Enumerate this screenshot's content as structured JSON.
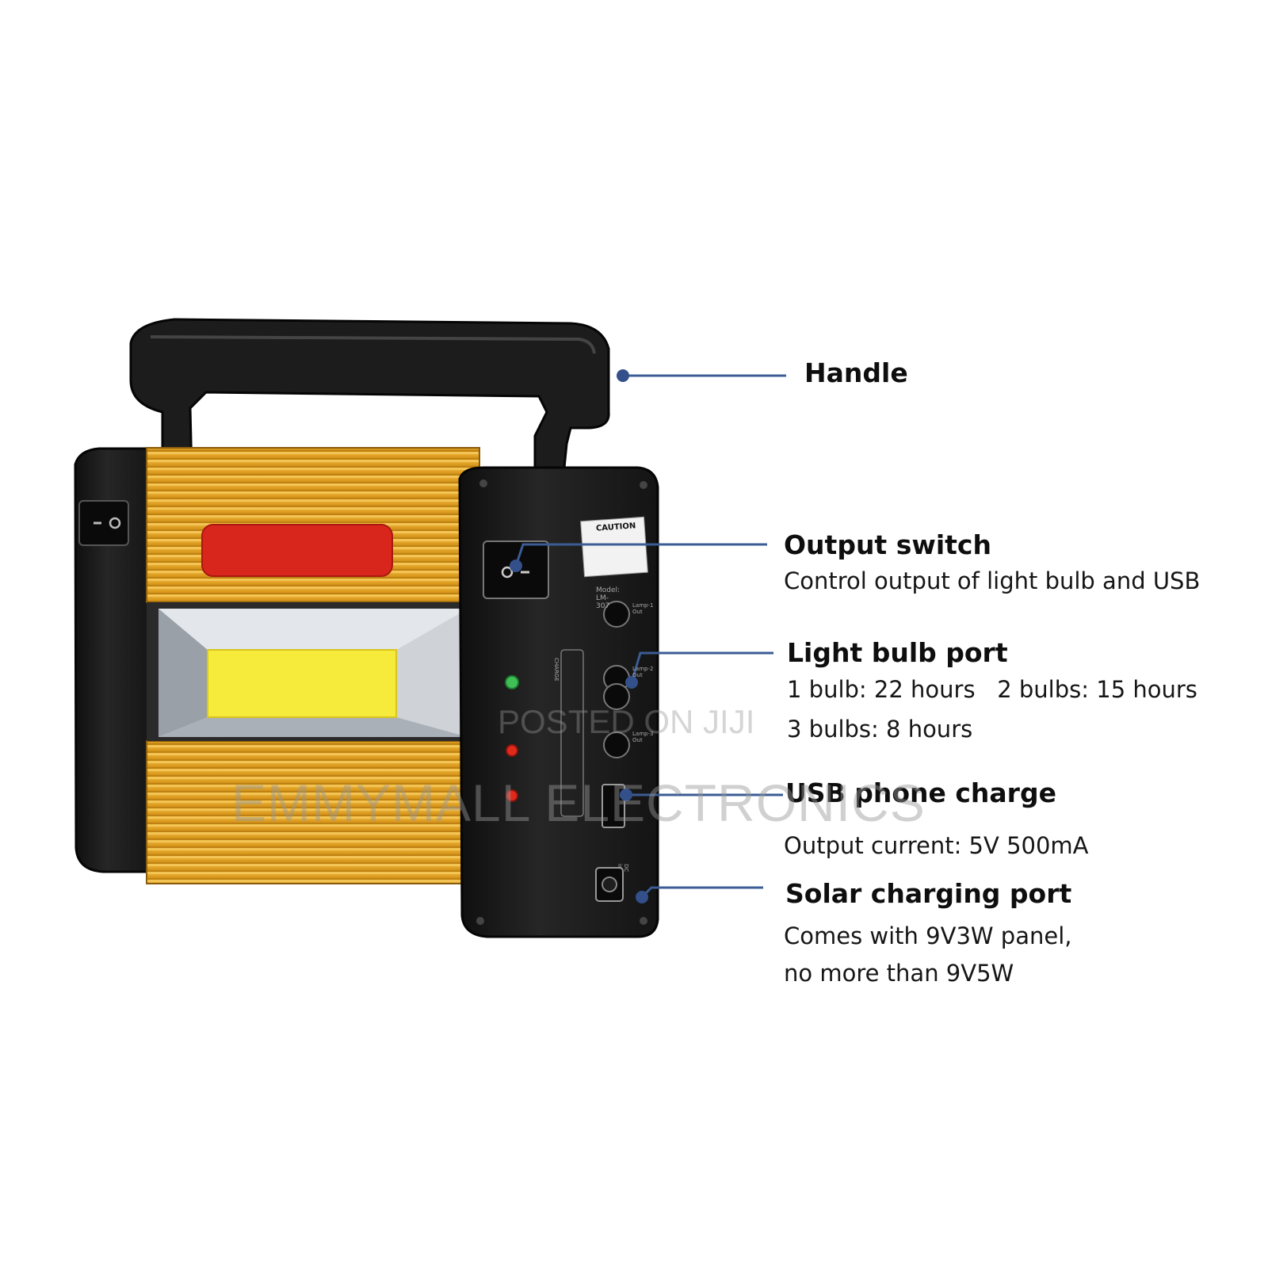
{
  "callouts": [
    {
      "id": "handle",
      "title": "Handle",
      "lines": []
    },
    {
      "id": "output-switch",
      "title": "Output switch",
      "lines": [
        "Control output of light bulb and USB"
      ]
    },
    {
      "id": "light-bulb-port",
      "title": "Light bulb port",
      "lines": [
        "1 bulb: 22 hours   2 bulbs: 15 hours",
        "3 bulbs: 8 hours"
      ]
    },
    {
      "id": "usb-phone-charge",
      "title": "USB phone charge",
      "lines": [
        "Output current: 5V 500mA"
      ]
    },
    {
      "id": "solar-charging-port",
      "title": "Solar charging port",
      "lines": [
        "Comes with 9V3W panel,",
        "no more than 9V5W"
      ]
    }
  ],
  "device_labels": {
    "caution": "CAUTION",
    "model": "Model: LM-307",
    "lamp1": "Lamp-1 Out",
    "lamp2": "Lamp-2 Out",
    "lamp3": "Lamp-3 Out",
    "charge": "CHARGE",
    "dc_in": "DC in"
  },
  "watermarks": {
    "posted": "POSTED ON JIJI",
    "seller": "EMMYMALL ELECTRONICS"
  },
  "colors": {
    "leader_line": "#3b5c94",
    "leader_dot": "#33508a",
    "body_gold": "#e6a92a",
    "body_black": "#1a1a1a",
    "red_light": "#d9261c",
    "cob_yellow": "#f6ea3a",
    "led_green": "#3fbf55",
    "led_red": "#e02a1e"
  }
}
